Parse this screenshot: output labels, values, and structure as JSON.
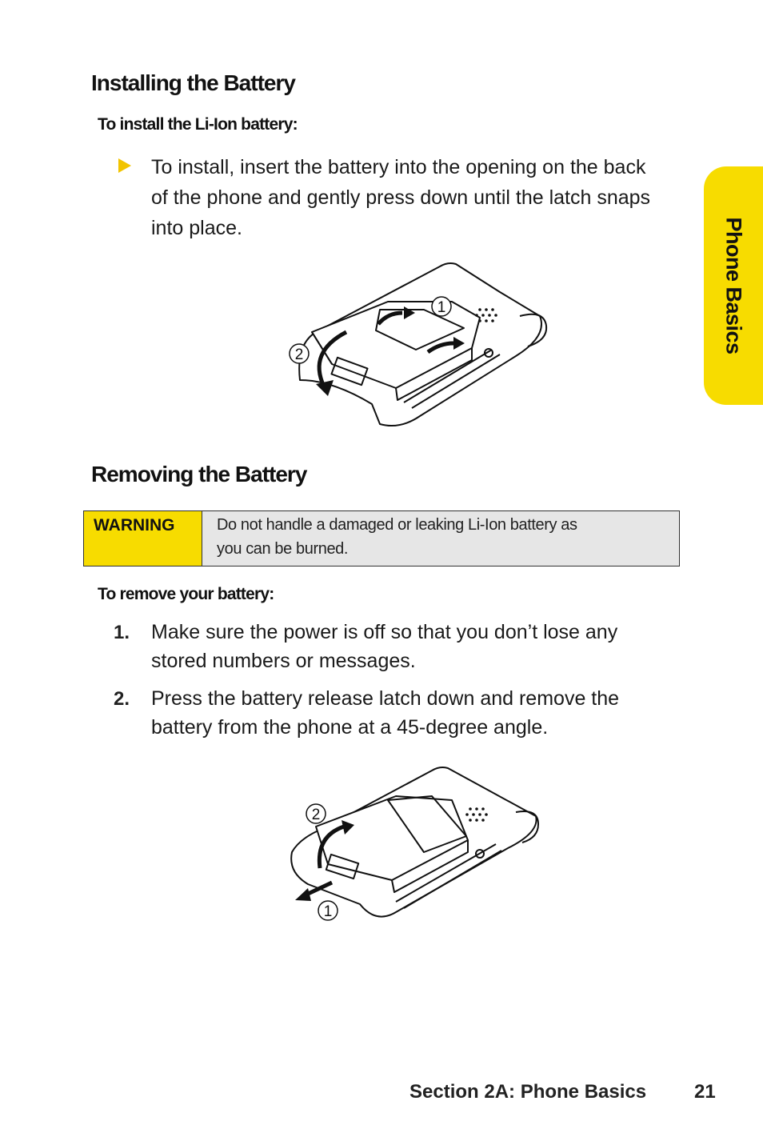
{
  "side_tab": {
    "label": "Phone Basics"
  },
  "install": {
    "heading": "Installing the Battery",
    "subheading": "To install the Li-Ion battery:",
    "bullet_line1": "To install, insert the battery into the opening on the back",
    "bullet_line2": "of the phone and gently press down until the latch snaps",
    "bullet_line3": "into place.",
    "figure_labels": [
      "1",
      "2"
    ]
  },
  "remove": {
    "heading": "Removing the Battery",
    "warning_label": "WARNING",
    "warning_line1": "Do not handle a damaged or leaking Li-Ion battery as",
    "warning_line2": "you can be burned.",
    "subheading": "To remove your battery:",
    "steps": [
      {
        "num": "1.",
        "line1": "Make sure the power is off so that you don’t lose any",
        "line2": "stored numbers or messages."
      },
      {
        "num": "2.",
        "line1": "Press the battery release latch down and remove the",
        "line2": "battery from the phone at a 45-degree angle."
      }
    ],
    "figure_labels": [
      "2",
      "1"
    ]
  },
  "footer": {
    "section": "Section 2A: Phone Basics",
    "page": "21"
  },
  "colors": {
    "accent_yellow": "#f7dc00",
    "bullet_yellow": "#f2c400",
    "warning_gray": "#e6e6e6"
  }
}
